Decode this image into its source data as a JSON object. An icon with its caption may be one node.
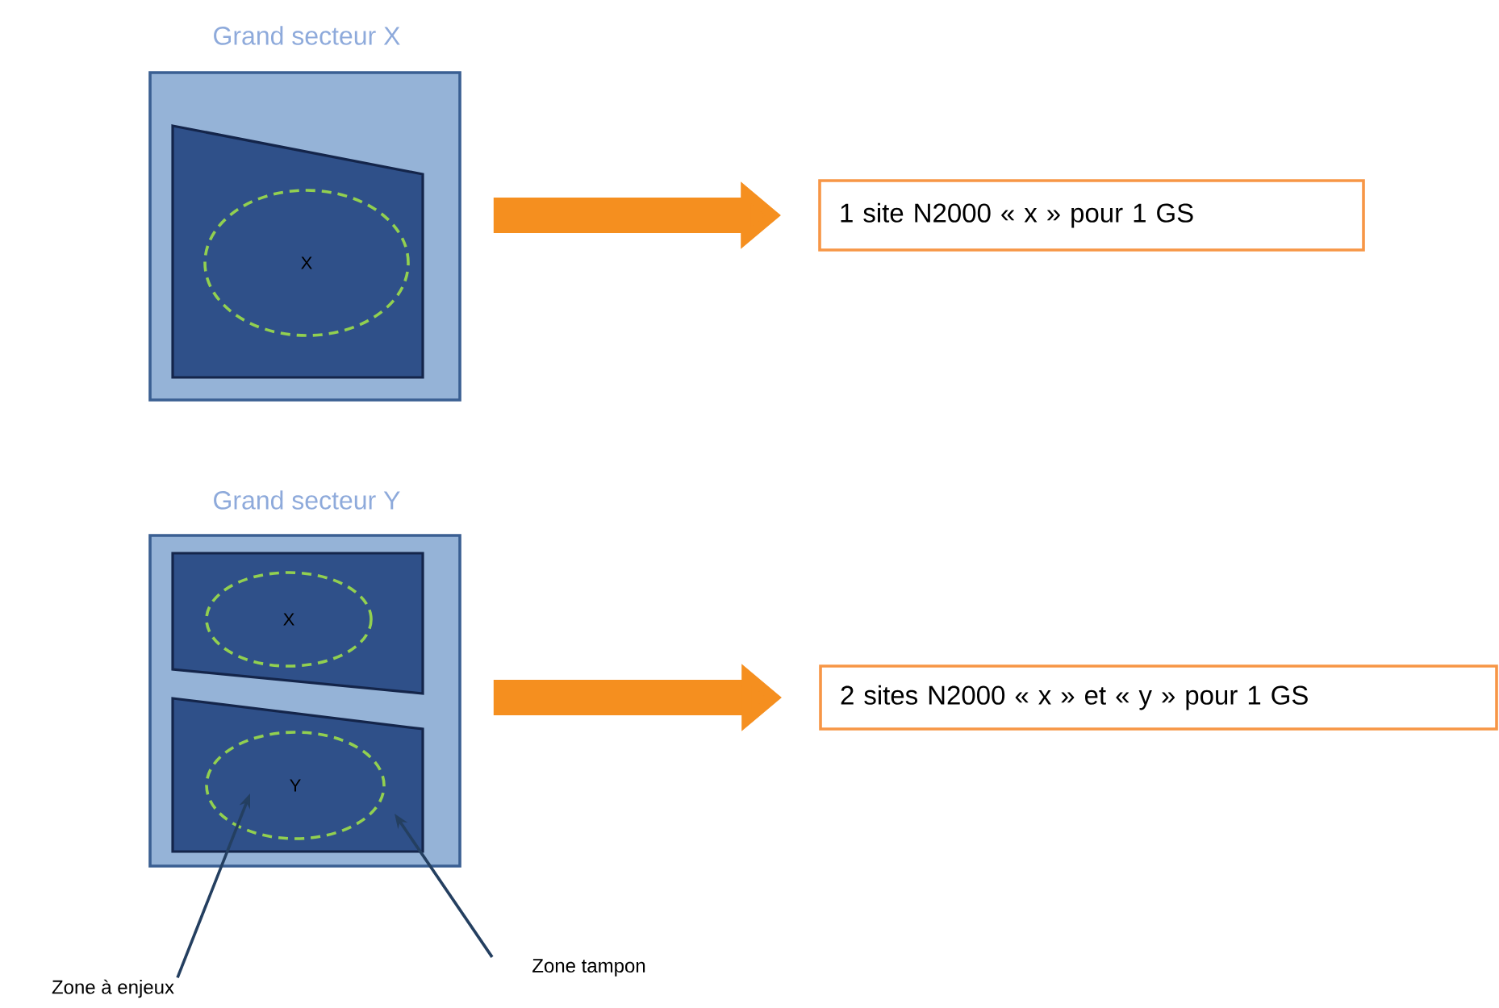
{
  "diagram": {
    "nodes": [
      {
        "text": [
          "Grand secteur X"
        ]
      },
      {
        "text": [],
        "shape": "box",
        "in": 0
      },
      {
        "text": [
          "X"
        ],
        "in": 1
      },
      {
        "text": [
          "1 site N2000 « x » pour 1 GS"
        ]
      },
      {
        "text": [
          "Grand secteur Y"
        ]
      },
      {
        "text": [],
        "shape": "box",
        "in": 4
      },
      {
        "text": [
          "X"
        ],
        "in": 5
      },
      {
        "text": [],
        "shape": "box",
        "in": 4
      },
      {
        "text": [
          "Y"
        ],
        "in": 7
      },
      {
        "text": [
          "2 sites N2000 « x » et « y » pour 1 GS"
        ]
      },
      {
        "text": [
          "Zone à enjeux"
        ]
      },
      {
        "text": [
          "Zone tampon"
        ]
      }
    ],
    "edges": [
      {
        "from": 0,
        "to": 3,
        "arrow": "to",
        "style": "thick",
        "color": "#f58f1f"
      },
      {
        "from": 4,
        "to": 9,
        "arrow": "to",
        "style": "thick",
        "color": "#f58f1f"
      },
      {
        "from": 10,
        "to": 8,
        "arrow": "to",
        "color": "#243f60"
      },
      {
        "from": 11,
        "to": 7,
        "arrow": "to",
        "color": "#243f60"
      }
    ]
  }
}
